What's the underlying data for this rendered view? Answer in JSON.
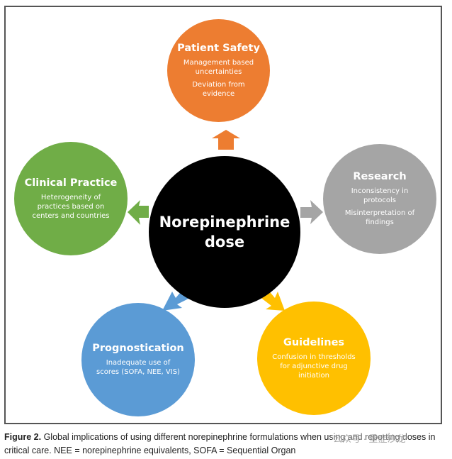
{
  "center": {
    "line1": "Norepinephrine",
    "line2": "dose"
  },
  "nodes": {
    "patient_safety": {
      "title": "Patient Safety",
      "lines": [
        "Management based",
        "uncertainties",
        "",
        "Deviation from",
        "evidence"
      ],
      "color": "#ED7D31"
    },
    "research": {
      "title": "Research",
      "lines": [
        "Inconsistency in",
        "protocols",
        "",
        "Misinterpretation of",
        "findings"
      ],
      "color": "#A5A5A5"
    },
    "guidelines": {
      "title": "Guidelines",
      "lines": [
        "Confusion in thresholds",
        "for adjunctive drug",
        "initiation"
      ],
      "color": "#FFC000"
    },
    "prognostication": {
      "title": "Prognostication",
      "lines": [
        "Inadequate use of",
        "scores (SOFA, NEE, VIS)"
      ],
      "color": "#5B9BD5"
    },
    "clinical_practice": {
      "title": "Clinical Practice",
      "lines": [
        "Heterogeneity of",
        "practices based on",
        "centers and countries"
      ],
      "color": "#70AD47"
    }
  },
  "caption": {
    "label": "Figure 2.",
    "text": " Global implications of using different norepinephrine formulations when using and reporting doses in critical care. NEE = norepinephrine equivalents, SOFA = Sequential Organ"
  },
  "watermark": "公众号 · 重症沙龙"
}
